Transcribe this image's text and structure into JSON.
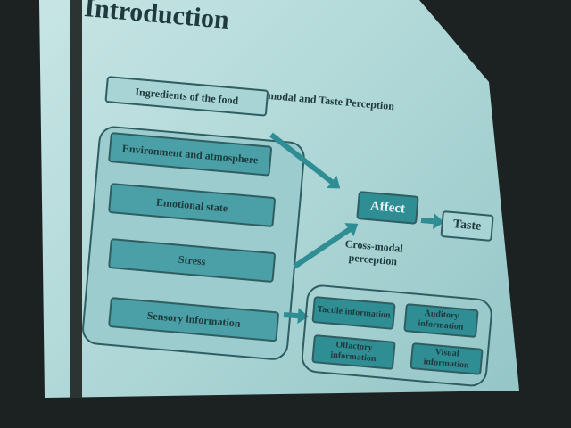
{
  "title": "Introduction",
  "subtitle": "Cross-modal and Taste Perception",
  "ingredients": "Ingredients of the food",
  "factors": [
    "Environment and atmosphere",
    "Emotional state",
    "Stress",
    "Sensory information"
  ],
  "affect": "Affect",
  "taste": "Taste",
  "cross_modal_label": "Cross-modal perception",
  "senses": [
    "Tactile information",
    "Auditory information",
    "Olfactory information",
    "Visual information"
  ]
}
